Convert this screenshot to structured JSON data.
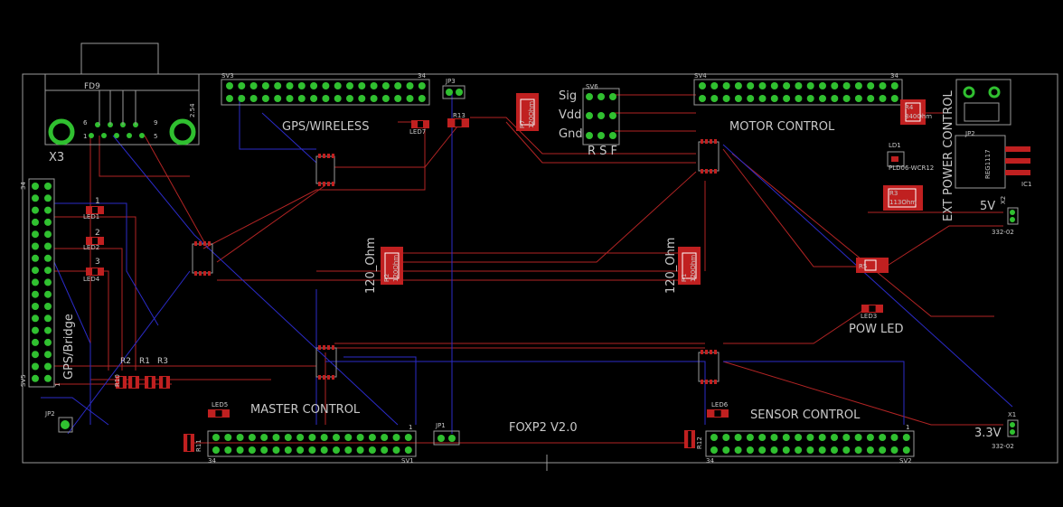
{
  "colors": {
    "background": "#000000",
    "outline": "#9a9a9a",
    "trace_red": "#b22424",
    "trace_blue": "#2b2bc8",
    "pad_green": "#30c030",
    "part_red": "#c02020",
    "text": "#c8c8c8"
  },
  "labels": {
    "board_title": "FOXP2 V2.0",
    "gps_wireless": "GPS/WIRELESS",
    "motor_control": "MOTOR CONTROL",
    "master_control": "MASTER CONTROL",
    "sensor_control": "SENSOR CONTROL",
    "gps_bridge": "GPS/Bridge",
    "ext_power": "EXT POWER CONTROL",
    "pow_led": "POW LED",
    "v5": "5V",
    "v33": "3.3V",
    "sig": "Sig",
    "vdd": "Vdd",
    "gnd": "Gnd",
    "rsf": "R S F",
    "ohm_left": "120_Ohm",
    "ohm_right": "120_Ohm"
  },
  "parts": {
    "fd9": "FD9",
    "x3": "X3",
    "n6": "6",
    "n9": "9",
    "n1": "1",
    "n5": "5",
    "n254": "2.54",
    "sv3": "SV3",
    "sv4": "SV4",
    "sv5": "SV5",
    "sv6": "SV6",
    "sv1": "SV1",
    "sv2": "SV2",
    "jp1": "JP1",
    "jp2": "JP2",
    "jp3": "JP3",
    "led1": "LED1",
    "led2": "LED2",
    "led3": "LED3",
    "led4": "LED4",
    "led5": "LED5",
    "led6": "LED6",
    "led7": "LED7",
    "r1": "R1",
    "r2": "R2",
    "r3": "R3",
    "r10": "R10",
    "r11": "R11",
    "r12": "R12",
    "r13": "R13",
    "r5": "R5",
    "r4": "R4",
    "r4val": "340Ohm",
    "r3b": "R3",
    "r3val": "113Ohm",
    "r7": "R7",
    "r7val": "120Ohm",
    "r2b": "R2",
    "r2val": "120Ohm",
    "r1b": "R1",
    "r1val": "120Ohm",
    "ld1": "LD1",
    "pld": "PLD06-WCR12",
    "lm": "REG1117",
    "ic1": "IC1",
    "jp2pow": "JP2",
    "x2": "X2",
    "x1": "X1",
    "x2sub": "332-02",
    "x1sub": "332-02",
    "pin34a": "34",
    "pin34b": "34",
    "pin34c": "34",
    "pin34d": "34",
    "pin34e": "34",
    "pin1a": "1",
    "pin1b": "1",
    "pin1c": "1",
    "pin1d": "1",
    "pin1e": "1",
    "num1": "1",
    "num2": "2",
    "num3": "3"
  }
}
